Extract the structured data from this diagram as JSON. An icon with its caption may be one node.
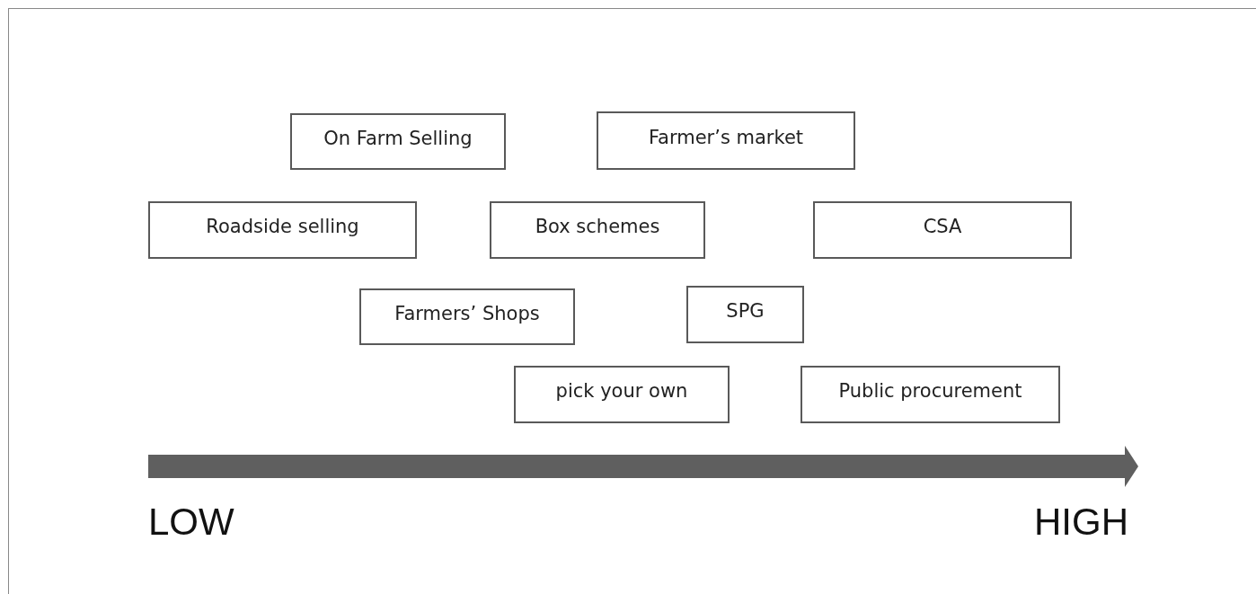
{
  "diagram": {
    "nodes": [
      {
        "text": [
          "On Farm Selling"
        ]
      },
      {
        "text": [
          "Farmer’s market"
        ]
      },
      {
        "text": [
          "Roadside selling"
        ]
      },
      {
        "text": [
          "Box schemes"
        ]
      },
      {
        "text": [
          "CSA"
        ]
      },
      {
        "text": [
          "Farmers’ Shops"
        ]
      },
      {
        "text": [
          "SPG"
        ]
      },
      {
        "text": [
          "pick your own"
        ]
      },
      {
        "text": [
          "Public procurement"
        ]
      }
    ],
    "labels": [
      "LOW",
      "HIGH"
    ]
  }
}
